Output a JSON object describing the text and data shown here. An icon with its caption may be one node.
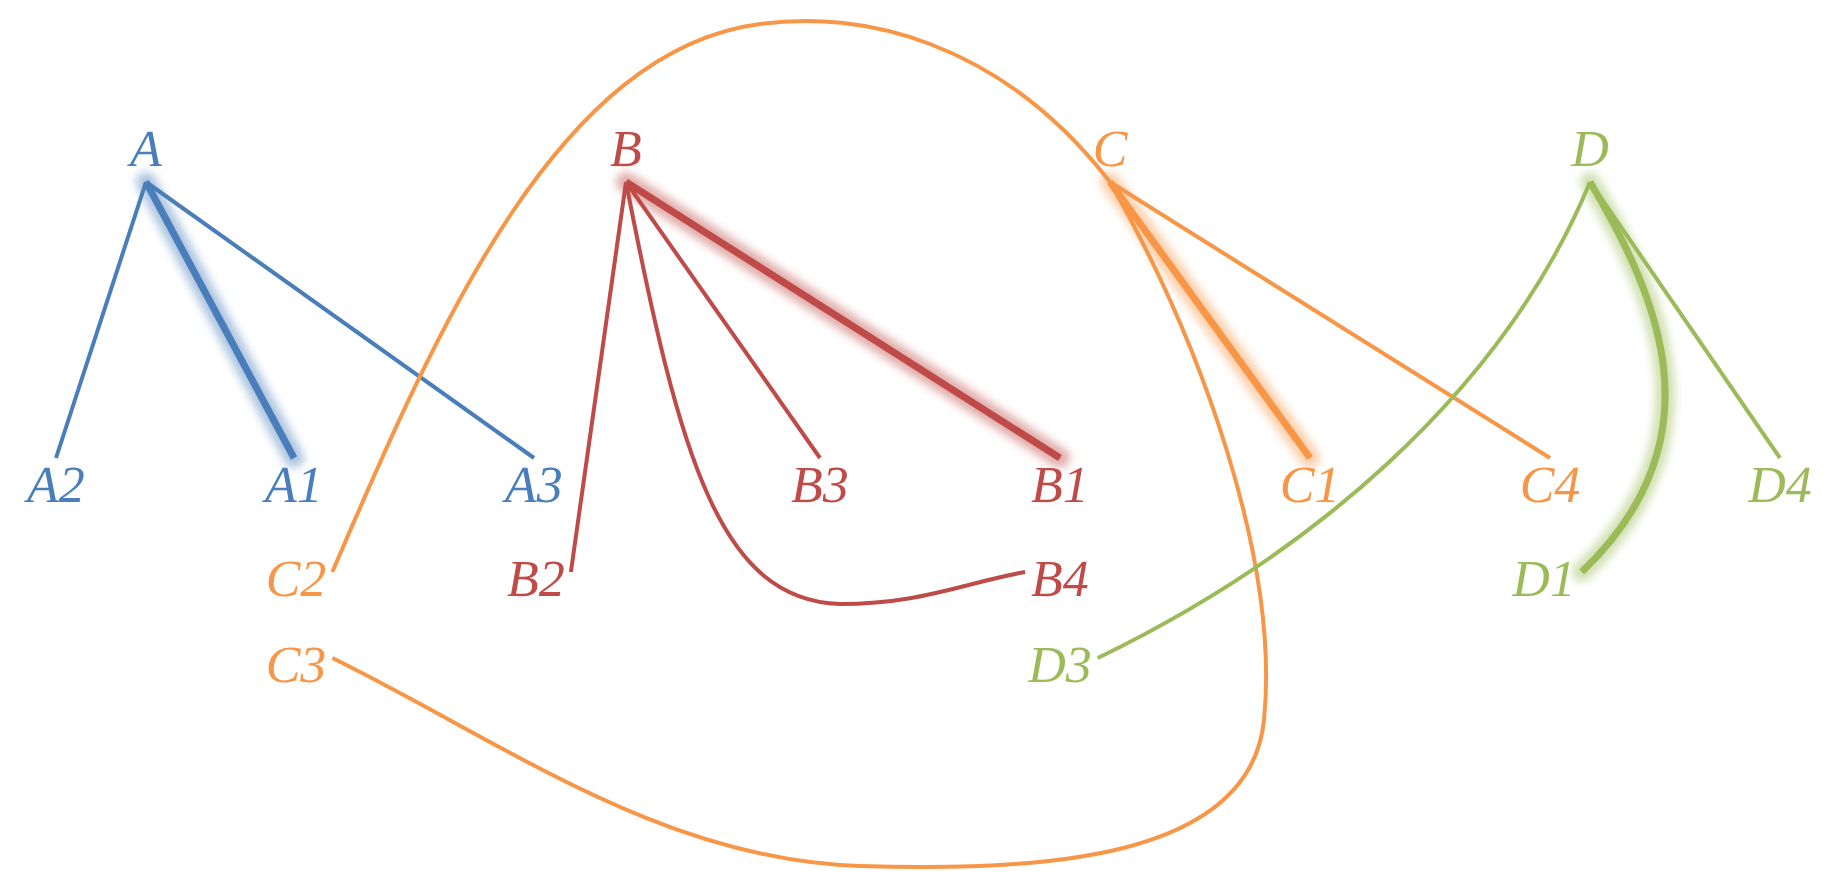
{
  "diagram": {
    "nodes": [
      {
        "text": [
          "A"
        ]
      },
      {
        "text": [
          "B"
        ]
      },
      {
        "text": [
          "C"
        ]
      },
      {
        "text": [
          "D"
        ]
      },
      {
        "text": [
          "A2"
        ]
      },
      {
        "text": [
          "A1"
        ]
      },
      {
        "text": [
          "A3"
        ]
      },
      {
        "text": [
          "B3"
        ]
      },
      {
        "text": [
          "B1"
        ]
      },
      {
        "text": [
          "C1"
        ]
      },
      {
        "text": [
          "C4"
        ]
      },
      {
        "text": [
          "D4"
        ]
      },
      {
        "text": [
          "C2"
        ]
      },
      {
        "text": [
          "B2"
        ]
      },
      {
        "text": [
          "B4"
        ]
      },
      {
        "text": [
          "D1"
        ]
      },
      {
        "text": [
          "C3"
        ]
      },
      {
        "text": [
          "D3"
        ]
      }
    ],
    "edges": [
      {
        "from": 0,
        "to": 4,
        "arrow": "none",
        "color": "#4a7ebb"
      },
      {
        "from": 0,
        "to": 5,
        "arrow": "none",
        "color": "#4a7ebb",
        "style": "thick"
      },
      {
        "from": 0,
        "to": 6,
        "arrow": "none",
        "color": "#4a7ebb"
      },
      {
        "from": 1,
        "to": 13,
        "arrow": "none",
        "color": "#be4b48"
      },
      {
        "from": 1,
        "to": 7,
        "arrow": "none",
        "color": "#be4b48"
      },
      {
        "from": 1,
        "to": 8,
        "arrow": "none",
        "color": "#be4b48",
        "style": "thick"
      },
      {
        "from": 1,
        "to": 14,
        "arrow": "none",
        "color": "#be4b48"
      },
      {
        "from": 2,
        "to": 12,
        "arrow": "none",
        "color": "#f79646"
      },
      {
        "from": 2,
        "to": 16,
        "arrow": "none",
        "color": "#f79646"
      },
      {
        "from": 2,
        "to": 9,
        "arrow": "none",
        "color": "#f79646",
        "style": "thick"
      },
      {
        "from": 2,
        "to": 10,
        "arrow": "none",
        "color": "#f79646"
      },
      {
        "from": 3,
        "to": 15,
        "arrow": "none",
        "color": "#9bbb59",
        "style": "thick"
      },
      {
        "from": 3,
        "to": 17,
        "arrow": "none",
        "color": "#9bbb59"
      },
      {
        "from": 3,
        "to": 11,
        "arrow": "none",
        "color": "#9bbb59"
      }
    ]
  }
}
